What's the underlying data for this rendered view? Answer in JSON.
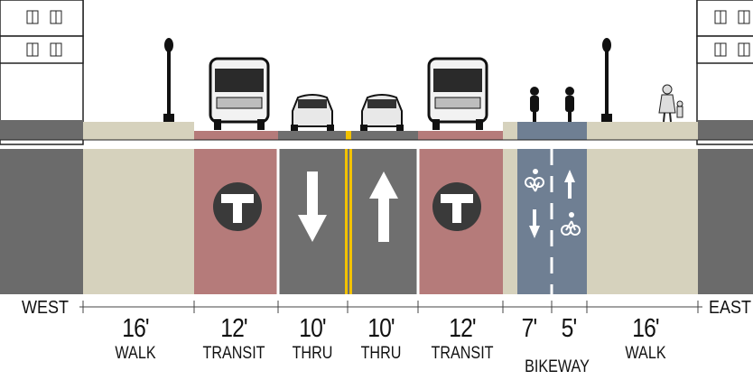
{
  "labels": {
    "west": "WEST",
    "east": "EAST"
  },
  "segments": [
    {
      "width": "16'",
      "label": "WALK"
    },
    {
      "width": "12'",
      "label": "TRANSIT"
    },
    {
      "width": "10'",
      "label": "THRU"
    },
    {
      "width": "10'",
      "label": "THRU"
    },
    {
      "width": "12'",
      "label": "TRANSIT"
    },
    {
      "width": "7'",
      "label": "BIKEWAY"
    },
    {
      "width": "5'",
      "label": ""
    },
    {
      "width": "16'",
      "label": "WALK"
    }
  ],
  "colors": {
    "walk": "#d6d2bd",
    "transit": "#b57b7a",
    "thru": "#6f6f6f",
    "bike": "#6f7f93",
    "edge": "#6b6b6b",
    "centerline": "#f2c200"
  },
  "icons": [
    "transit-t-icon",
    "arrow-down-icon",
    "arrow-up-icon",
    "bicycle-icon",
    "bus-icon",
    "car-icon",
    "cyclist-icon",
    "pedestrian-icon",
    "street-lamp-icon",
    "building-icon"
  ]
}
